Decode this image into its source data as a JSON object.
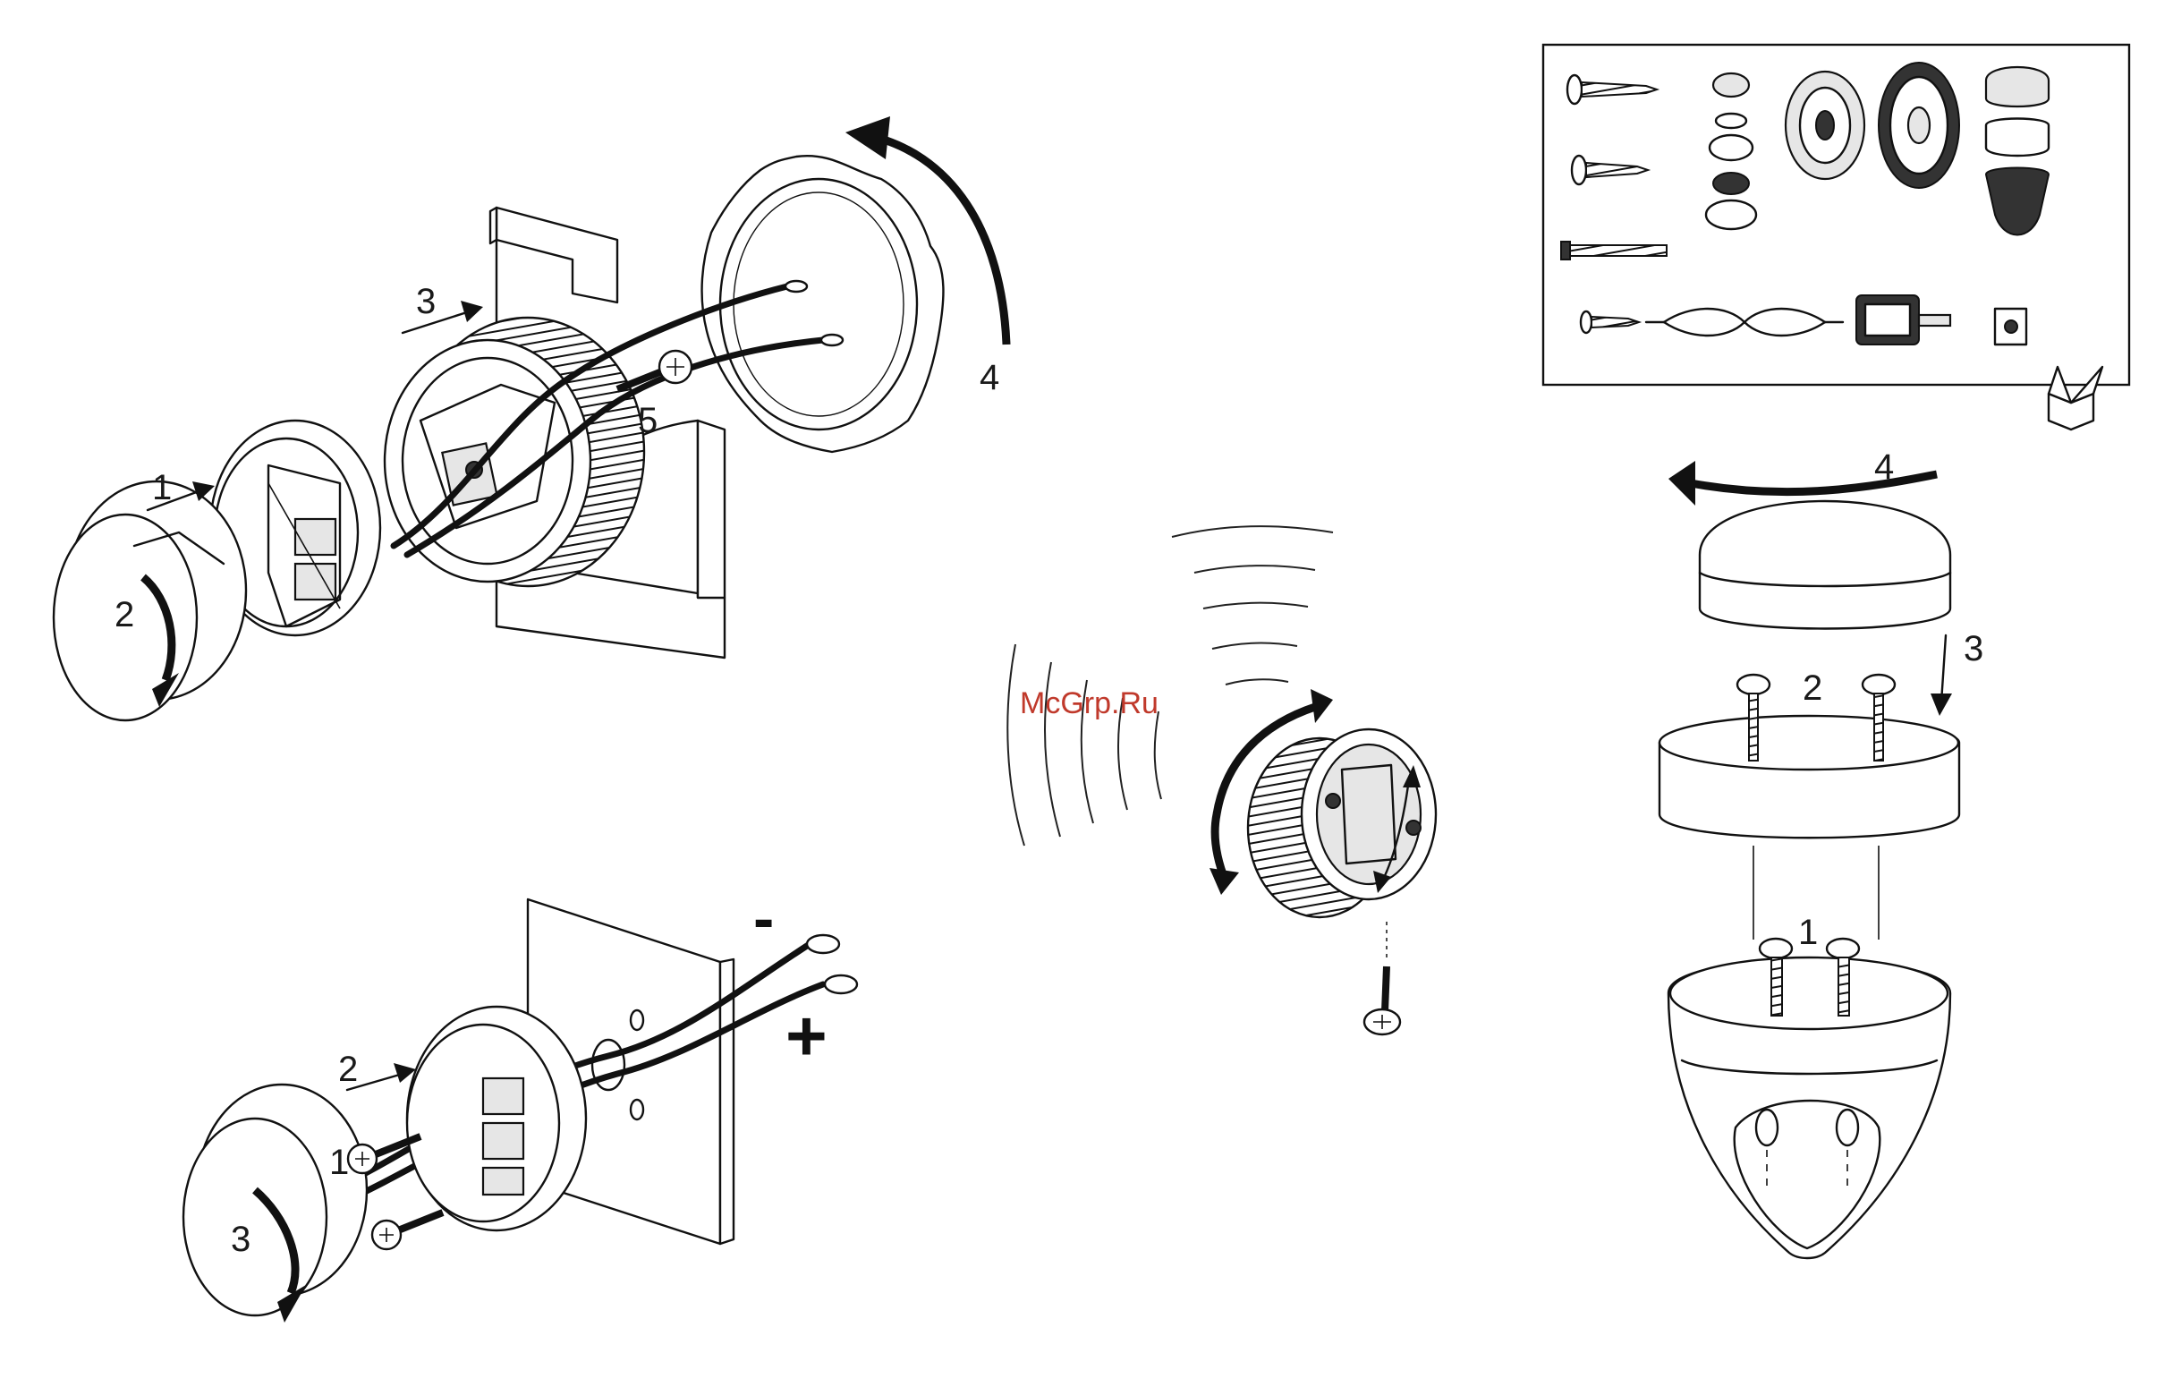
{
  "watermark": {
    "text": "McGrp.Ru",
    "color": "#c0392b"
  },
  "panel_tweeter_install": {
    "steps": [
      "1",
      "2",
      "3",
      "4",
      "5"
    ]
  },
  "panel_tweeter_surface": {
    "steps": [
      "1",
      "2",
      "3"
    ],
    "minus_sign": "-",
    "plus_sign": "+"
  },
  "panel_pod_mount": {
    "steps": [
      "1",
      "2",
      "3",
      "4"
    ]
  },
  "parts_box": {
    "icons": [
      "tapping-screw-icon",
      "tapping-screw-short-icon",
      "machine-screw-icon",
      "small-screw-icon",
      "tweeter-stack-icon",
      "coaxial-speaker-icon",
      "speaker-grille-icon",
      "pod-stack-icon",
      "speaker-wire-icon",
      "crossover-icon",
      "clip-icon",
      "open-box-icon"
    ]
  }
}
